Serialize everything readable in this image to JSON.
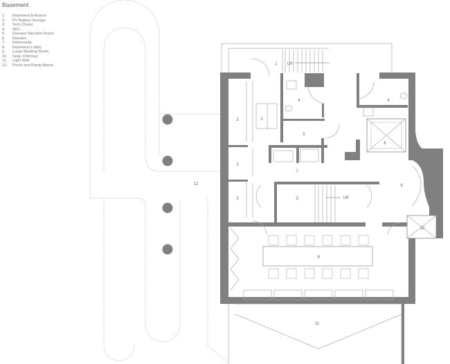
{
  "title": "Basement",
  "legend": [
    {
      "num": "1.",
      "label": "Basement Entrance"
    },
    {
      "num": "2.",
      "label": "PV Battery Storage"
    },
    {
      "num": "3.",
      "label": "Tech Closet"
    },
    {
      "num": "4.",
      "label": "W/C"
    },
    {
      "num": "5.",
      "label": "Elevator Machine Room"
    },
    {
      "num": "6.",
      "label": "Elevator"
    },
    {
      "num": "7.",
      "label": "Kitchenette"
    },
    {
      "num": "8.",
      "label": "Basement Lobby"
    },
    {
      "num": "9.",
      "label": "Large Meeting Room"
    },
    {
      "num": "10.",
      "label": "Solar Chimney"
    },
    {
      "num": "11.",
      "label": "Light Well"
    },
    {
      "num": "12.",
      "label": "Porch and Ramp Above"
    }
  ],
  "plan_labels": {
    "r1": "1",
    "up1": "UP",
    "r2": "2",
    "r3a": "3",
    "r3b": "3",
    "r3c": "3",
    "r3d": "3",
    "r4a": "4",
    "r4b": "4",
    "r5": "5",
    "r6": "6",
    "r7": "7",
    "r8": "8",
    "r9": "9",
    "r10": "10",
    "r11": "11",
    "r12": "12",
    "up2": "UP"
  },
  "colors": {
    "wall": "#808083",
    "line": "#aaaaaa"
  }
}
